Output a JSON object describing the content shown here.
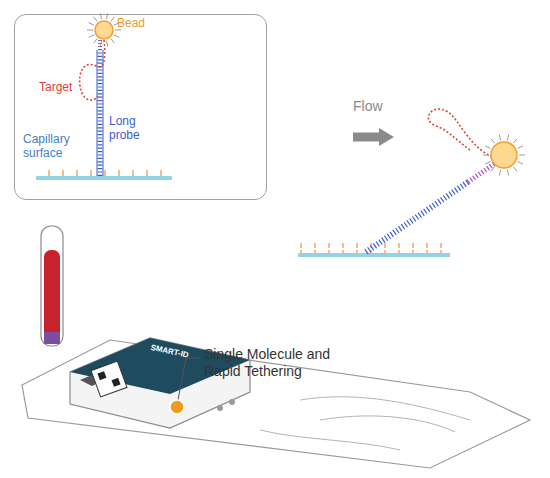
{
  "diagram": {
    "nodes": [
      {
        "text": [
          "Bead",
          "Target",
          "Long probe",
          "Capillary surface"
        ]
      }
    ],
    "labels": [
      "Flow",
      "Single Molecule and Rapid Tethering",
      "SMART-ID"
    ]
  }
}
